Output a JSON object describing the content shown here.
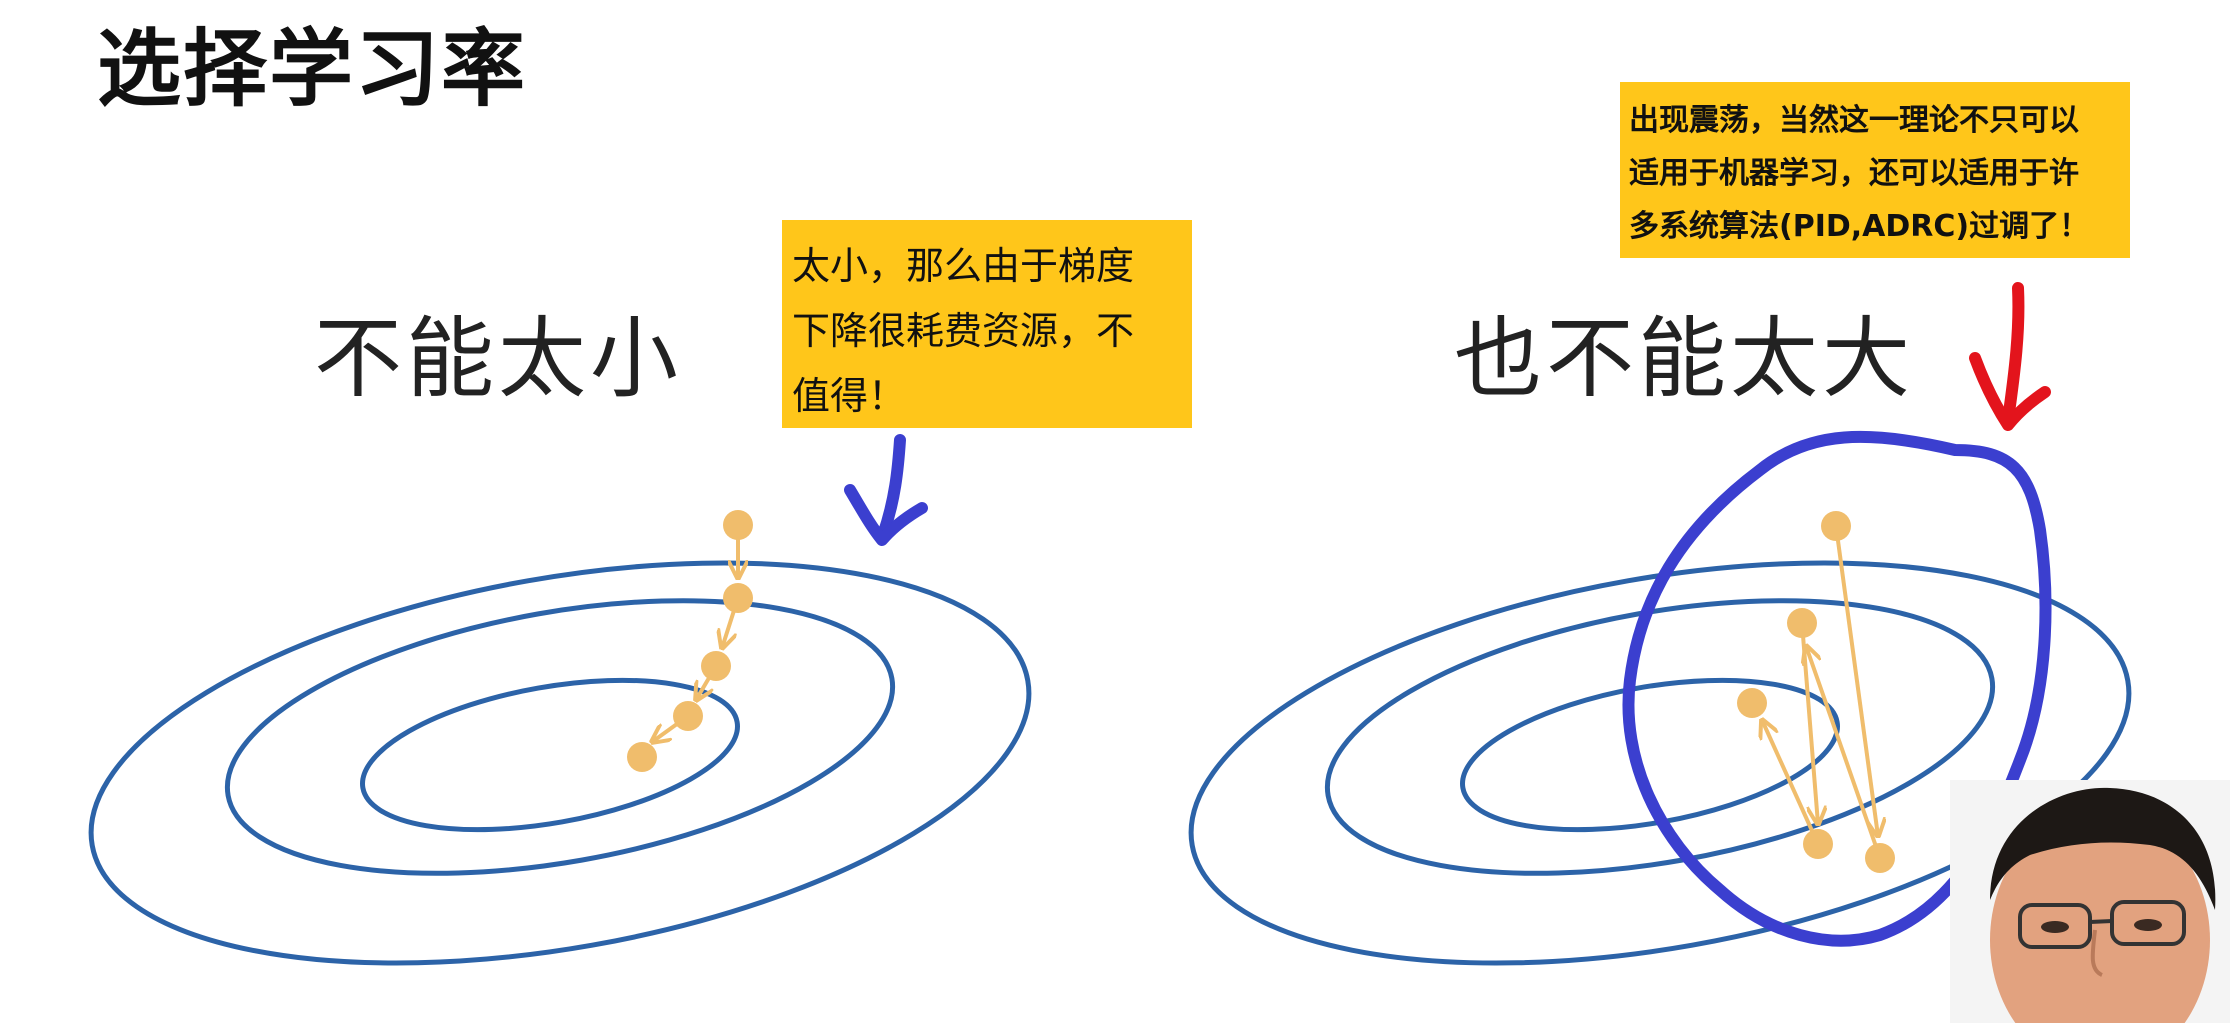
{
  "slide": {
    "title": "选择学习率"
  },
  "panels": {
    "left": {
      "heading": "不能太小"
    },
    "right": {
      "heading": "也不能太大"
    }
  },
  "annotations": {
    "small_lr_note": {
      "lines": [
        "太小，那么由于梯度",
        "下降很耗费资源，不",
        "值得！"
      ]
    },
    "large_lr_note": {
      "lines": [
        "出现震荡，当然这一理论不只可以",
        "适用于机器学习，还可以适用于许",
        "多系统算法(PID,ADRC)过调了！"
      ]
    }
  },
  "colors": {
    "contour": "#2c63a8",
    "step": "#f0bd6c",
    "note_background": "#ffc61a",
    "pen_blue": "#3b3fcf",
    "pen_red": "#e3141c"
  },
  "icons": {
    "blue_arrow": "hand-drawn-arrow-down-icon",
    "red_arrow": "hand-drawn-arrow-down-icon",
    "circle": "hand-drawn-circle"
  },
  "presenter": {
    "type": "webcam-overlay"
  }
}
